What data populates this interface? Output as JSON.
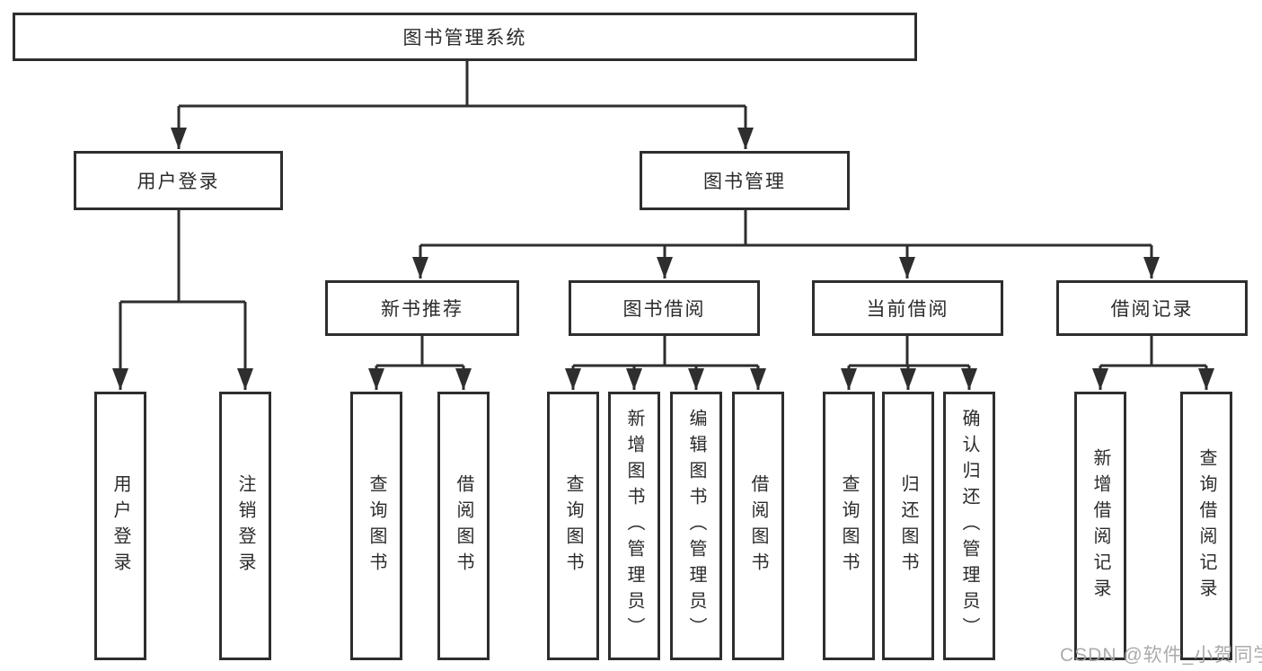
{
  "tree": {
    "root": "图书管理系统",
    "branches": [
      {
        "label": "用户登录",
        "leaves": [
          "用户登录",
          "注销登录"
        ]
      },
      {
        "label": "图书管理",
        "children": [
          {
            "label": "新书推荐",
            "leaves": [
              "查询图书",
              "借阅图书"
            ]
          },
          {
            "label": "图书借阅",
            "leaves": [
              "查询图书",
              "新增图书（管理员）",
              "编辑图书（管理员）",
              "借阅图书"
            ]
          },
          {
            "label": "当前借阅",
            "leaves": [
              "查询图书",
              "归还图书",
              "确认归还（管理员）"
            ]
          },
          {
            "label": "借阅记录",
            "leaves": [
              "新增借阅记录",
              "查询借阅记录"
            ]
          }
        ]
      }
    ]
  },
  "watermark": {
    "text": "CSDN @软件_小贺同学"
  },
  "colors": {
    "line": "#2e2e2e",
    "text": "#2b2b2b",
    "watermark": "#a4a4a4",
    "background": "#ffffff"
  }
}
